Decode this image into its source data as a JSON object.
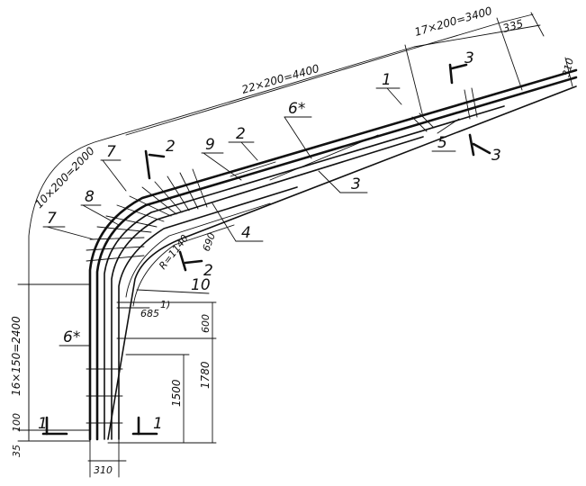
{
  "dimensions": {
    "top_a": "17×200=3400",
    "top_b": "335",
    "top_c": "310",
    "long_a": "22×200=4400",
    "arc": "10×200=2000",
    "side_a": "16×150=2400",
    "side_b": "100",
    "side_c": "35",
    "bottom": "310",
    "mid_a": "1500",
    "mid_b": "1780",
    "mid_c": "600",
    "mid_d": "685",
    "note": "1)",
    "bend_r": "690",
    "bend_in": "R=1140"
  },
  "positions": {
    "p1": "1",
    "p2": "2",
    "p3": "3",
    "p4": "4",
    "p5": "5",
    "p6a": "6*",
    "p6b": "6*",
    "p7a": "7",
    "p7b": "7",
    "p8": "8",
    "p9": "9",
    "p10": "10"
  },
  "sections": {
    "s1a": "1",
    "s1b": "1",
    "s2a": "2",
    "s2b": "2",
    "s3a": "3",
    "s3b": "3"
  }
}
